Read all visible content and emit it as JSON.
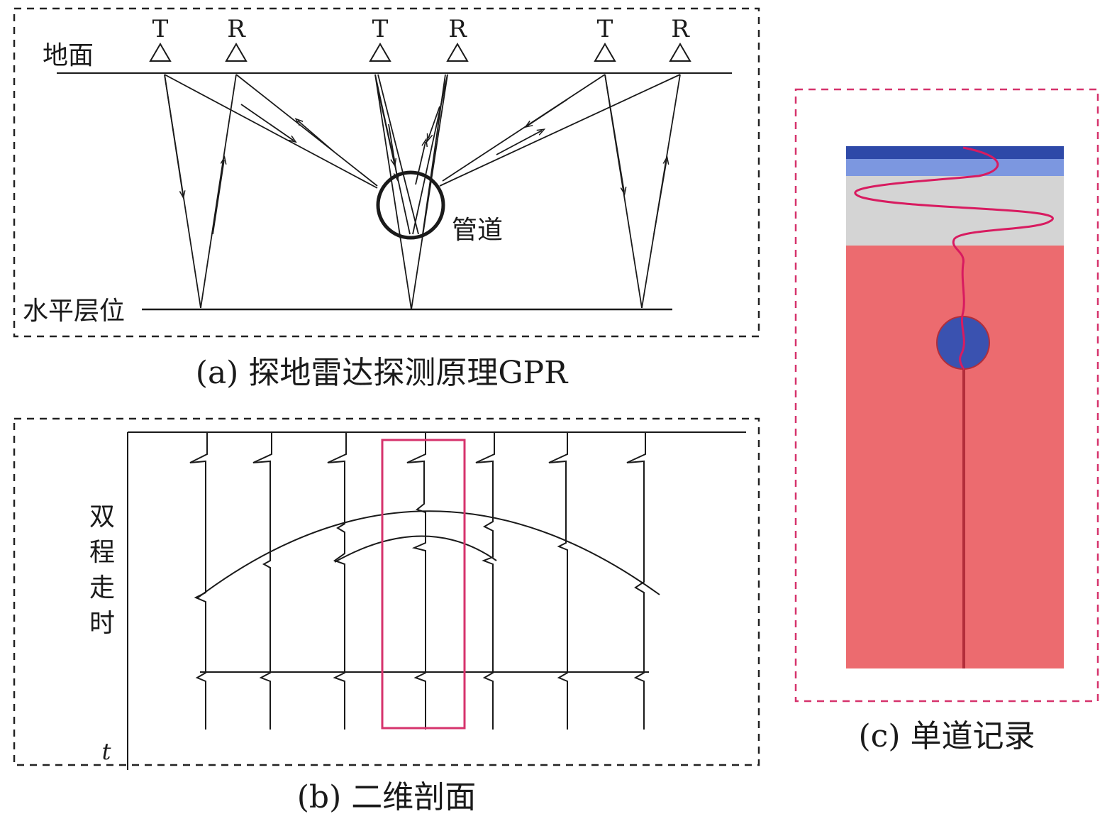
{
  "panel_a": {
    "ground_label": "地面",
    "layer_label": "水平层位",
    "pipe_label": "管道",
    "antennas": [
      "T",
      "R",
      "T",
      "R",
      "T",
      "R"
    ],
    "caption": "(a) 探地雷达探测原理GPR"
  },
  "panel_b": {
    "y_axis_label_chars": [
      "双",
      "程",
      "走",
      "时"
    ],
    "t_label": "t",
    "caption": "(b) 二维剖面"
  },
  "panel_c": {
    "caption": "(c) 单道记录"
  },
  "colors": {
    "frame_dash": "#222222",
    "highlight": "#d6336c",
    "soil": "#ec6b6f",
    "band_dark": "#2e49a8",
    "band_mid": "#7c97e0",
    "band_light": "#d4d4d4",
    "pipe_fill": "#3a52b0"
  }
}
